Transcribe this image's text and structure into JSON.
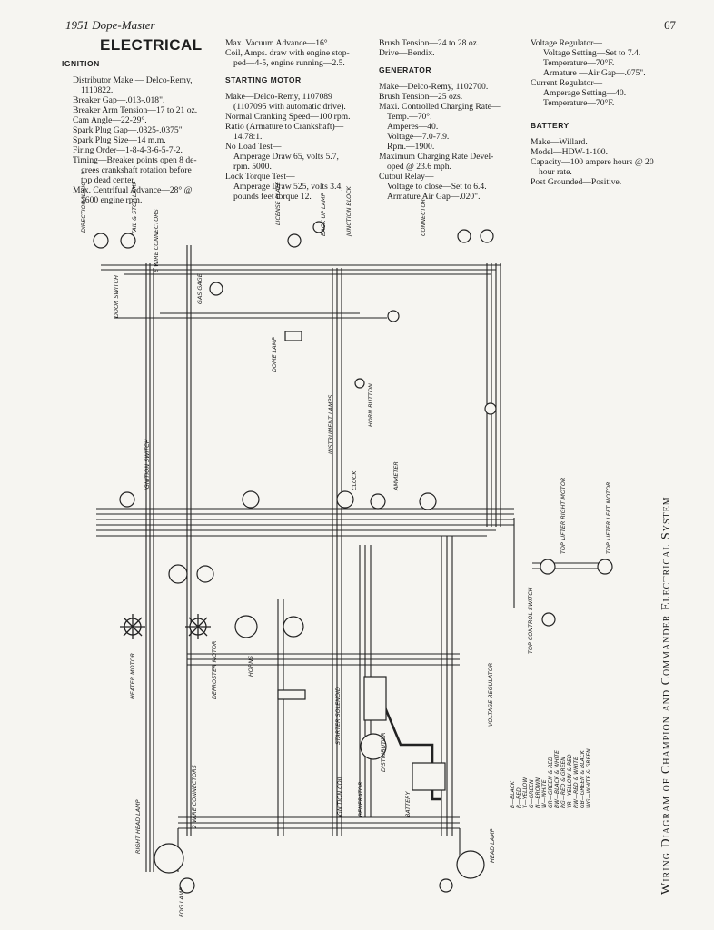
{
  "header": {
    "left": "1951 Dope-Master",
    "page_number": "67"
  },
  "title": "ELECTRICAL",
  "ignition": {
    "heading": "IGNITION",
    "lines": [
      "Distributor Make — Delco-Remy,",
      "1110822.",
      "Breaker Gap—.013-.018\".",
      "Breaker Arm Tension—17 to 21 oz.",
      "Cam Angle—22-29°.",
      "Spark Plug Gap—.0325-.0375\"",
      "Spark Plug Size—14 m.m.",
      "Firing Order—1-8-4-3-6-5-7-2.",
      "Timing—Breaker points open 8 de-",
      "grees crankshaft rotation before",
      "top dead center.",
      "Max. Centrifual Advance—28° @",
      "2600 engine rpm."
    ]
  },
  "col2": {
    "lines_top": [
      "Max. Vacuum Advance—16°.",
      "Coil, Amps. draw with engine stop-",
      "ped—4-5, engine running—2.5."
    ],
    "starting_heading": "STARTING MOTOR",
    "starting_lines": [
      "Make—Delco-Remy, 1107089",
      "(1107095 with automatic drive).",
      "Normal Cranking Speed—100 rpm.",
      "Ratio (Armature to Crankshaft)—",
      "14.78:1.",
      "No Load Test—",
      "Amperage Draw 65, volts 5.7,",
      "rpm. 5000.",
      "Lock Torque Test—",
      "Amperage Draw 525, volts 3.4,",
      "pounds feet torque 12."
    ]
  },
  "col3": {
    "lines_top": [
      "Brush Tension—24 to 28 oz.",
      "Drive—Bendix."
    ],
    "generator_heading": "GENERATOR",
    "generator_lines": [
      "Make—Delco-Remy, 1102700.",
      "Brush Tension—25 ozs.",
      "Maxi. Controlled Charging Rate—",
      "Temp.—70°.",
      "Amperes—40.",
      "Voltage—7.0-7.9.",
      "Rpm.—1900.",
      "Maximum Charging Rate Devel-",
      "oped @ 23.6 mph.",
      "Cutout Relay—",
      "Voltage to close—Set to 6.4.",
      "Armature Air Gap—.020\"."
    ]
  },
  "col4": {
    "lines_top": [
      "Voltage Regulator—",
      "Voltage Setting—Set to 7.4.",
      "Temperature—70°F.",
      "Armature —Air Gap—.075\".",
      "Current Regulator—",
      "Amperage Setting—40.",
      "Temperature—70°F."
    ],
    "battery_heading": "BATTERY",
    "battery_lines": [
      "Make—Willard.",
      "Model—HDW-1-100.",
      "Capacity—100 ampere hours @ 20",
      "hour rate.",
      "Post Grounded—Positive."
    ]
  },
  "diagram": {
    "caption": "Wiring Diagram of Champion and Commander Electrical System",
    "labels": {
      "directional_signal_lamp": "DIRECTIONAL SIGNAL LAMP",
      "tail_stop_lamp": "TAIL & STOP LAMP",
      "wire_connectors_6": "6 WIRE CONNECTORS",
      "license_plate_lamp": "LICENSE PLATE LAMP",
      "back_up_lamp": "BACK UP LAMP",
      "junction_block": "JUNCTION BLOCK",
      "connector": "CONNECTOR",
      "gas_gage": "GAS GAGE",
      "door_switch": "DOOR SWITCH",
      "dome_lamp": "DOME LAMP",
      "instrument_lamps": "INSTRUMENT LAMPS",
      "ammeter": "AMMETER",
      "ignition_switch": "IGNITION SWITCH",
      "clock": "CLOCK",
      "horn_button": "HORN BUTTON",
      "heater_motor": "HEATER MOTOR",
      "defroster_motor": "DEFROSTER MOTOR",
      "horns": "HORNS",
      "starter_solenoid": "STARTER SOLENOID",
      "battery": "BATTERY",
      "generator": "GENERATOR",
      "ignition_coil": "IGNITION COIL",
      "distributor": "DISTRIBUTOR",
      "voltage_regulator": "VOLTAGE REGULATOR",
      "right_head_lamp": "RIGHT HEAD LAMP",
      "left_head_lamp": "HEAD LAMP",
      "fog_lamp": "FOG LAMP",
      "wire_connectors_2": "2 WIRE CONNECTORS",
      "top_lifter_right": "TOP LIFTER RIGHT MOTOR",
      "top_lifter_left": "TOP LIFTER LEFT MOTOR",
      "top_control_switch": "TOP CONTROL SWITCH"
    },
    "legend": [
      "B—BLACK",
      "R—RED",
      "Y—YELLOW",
      "G—GREEN",
      "N—BROWN",
      "W—WHITE",
      "GR—GREEN & RED",
      "BW—BLACK & WHITE",
      "RG—RED & GREEN",
      "YR—YELLOW & RED",
      "RW—RED & WHITE",
      "GB—GREEN & BLACK",
      "WG—WHITE & GREEN"
    ]
  }
}
